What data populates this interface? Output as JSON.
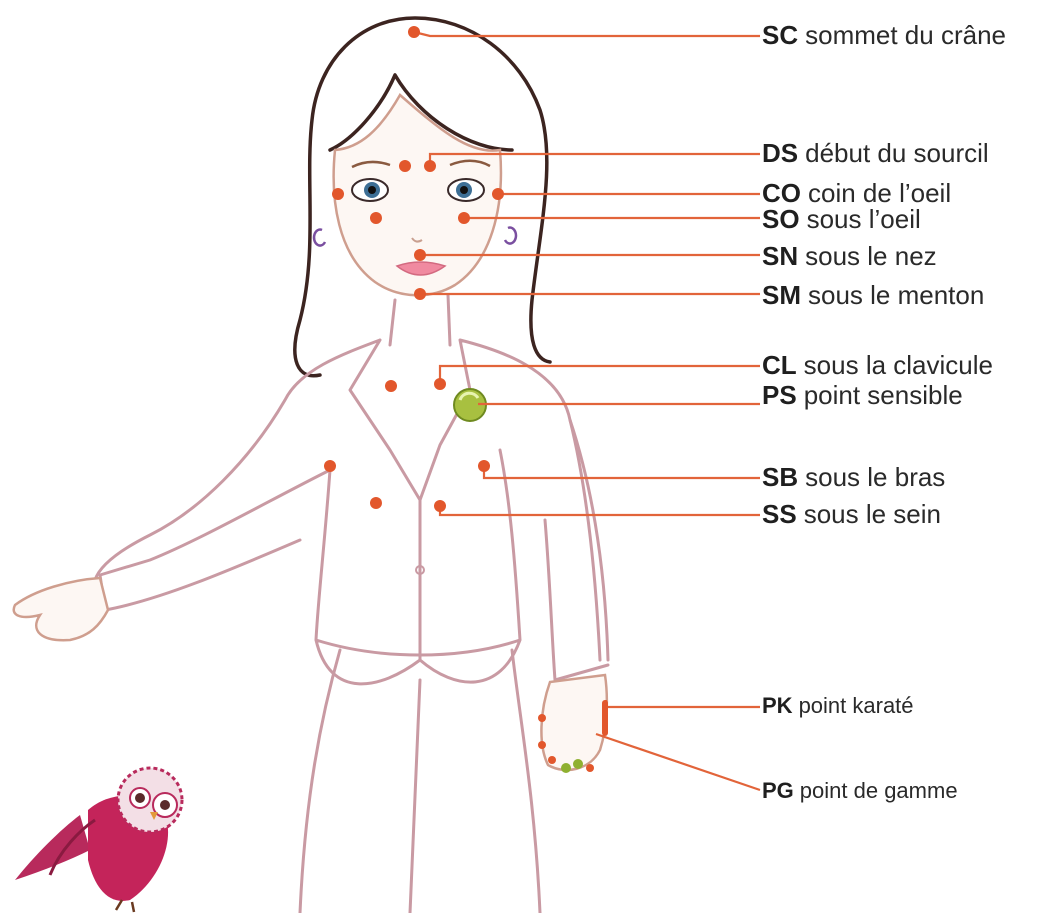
{
  "diagram": {
    "accent_color": "#e2572c",
    "outline_color": "#c99aa3",
    "points": [
      {
        "id": "sc",
        "code": "SC",
        "label": "sommet du crâne"
      },
      {
        "id": "ds",
        "code": "DS",
        "label": "début du sourcil"
      },
      {
        "id": "co",
        "code": "CO",
        "label": "coin de l’oeil"
      },
      {
        "id": "so",
        "code": "SO",
        "label": "sous l’oeil"
      },
      {
        "id": "sn",
        "code": "SN",
        "label": "sous le nez"
      },
      {
        "id": "sm",
        "code": "SM",
        "label": "sous le menton"
      },
      {
        "id": "cl",
        "code": "CL",
        "label": "sous la clavicule"
      },
      {
        "id": "ps",
        "code": "PS",
        "label": "point sensible"
      },
      {
        "id": "sb",
        "code": "SB",
        "label": "sous le bras"
      },
      {
        "id": "ss",
        "code": "SS",
        "label": "sous le sein"
      },
      {
        "id": "pk",
        "code": "PK",
        "label": "point karaté"
      },
      {
        "id": "pg",
        "code": "PG",
        "label": "point de gamme"
      }
    ],
    "icons": [
      "woman-figure",
      "owl-icon",
      "sensitive-point-icon"
    ]
  }
}
